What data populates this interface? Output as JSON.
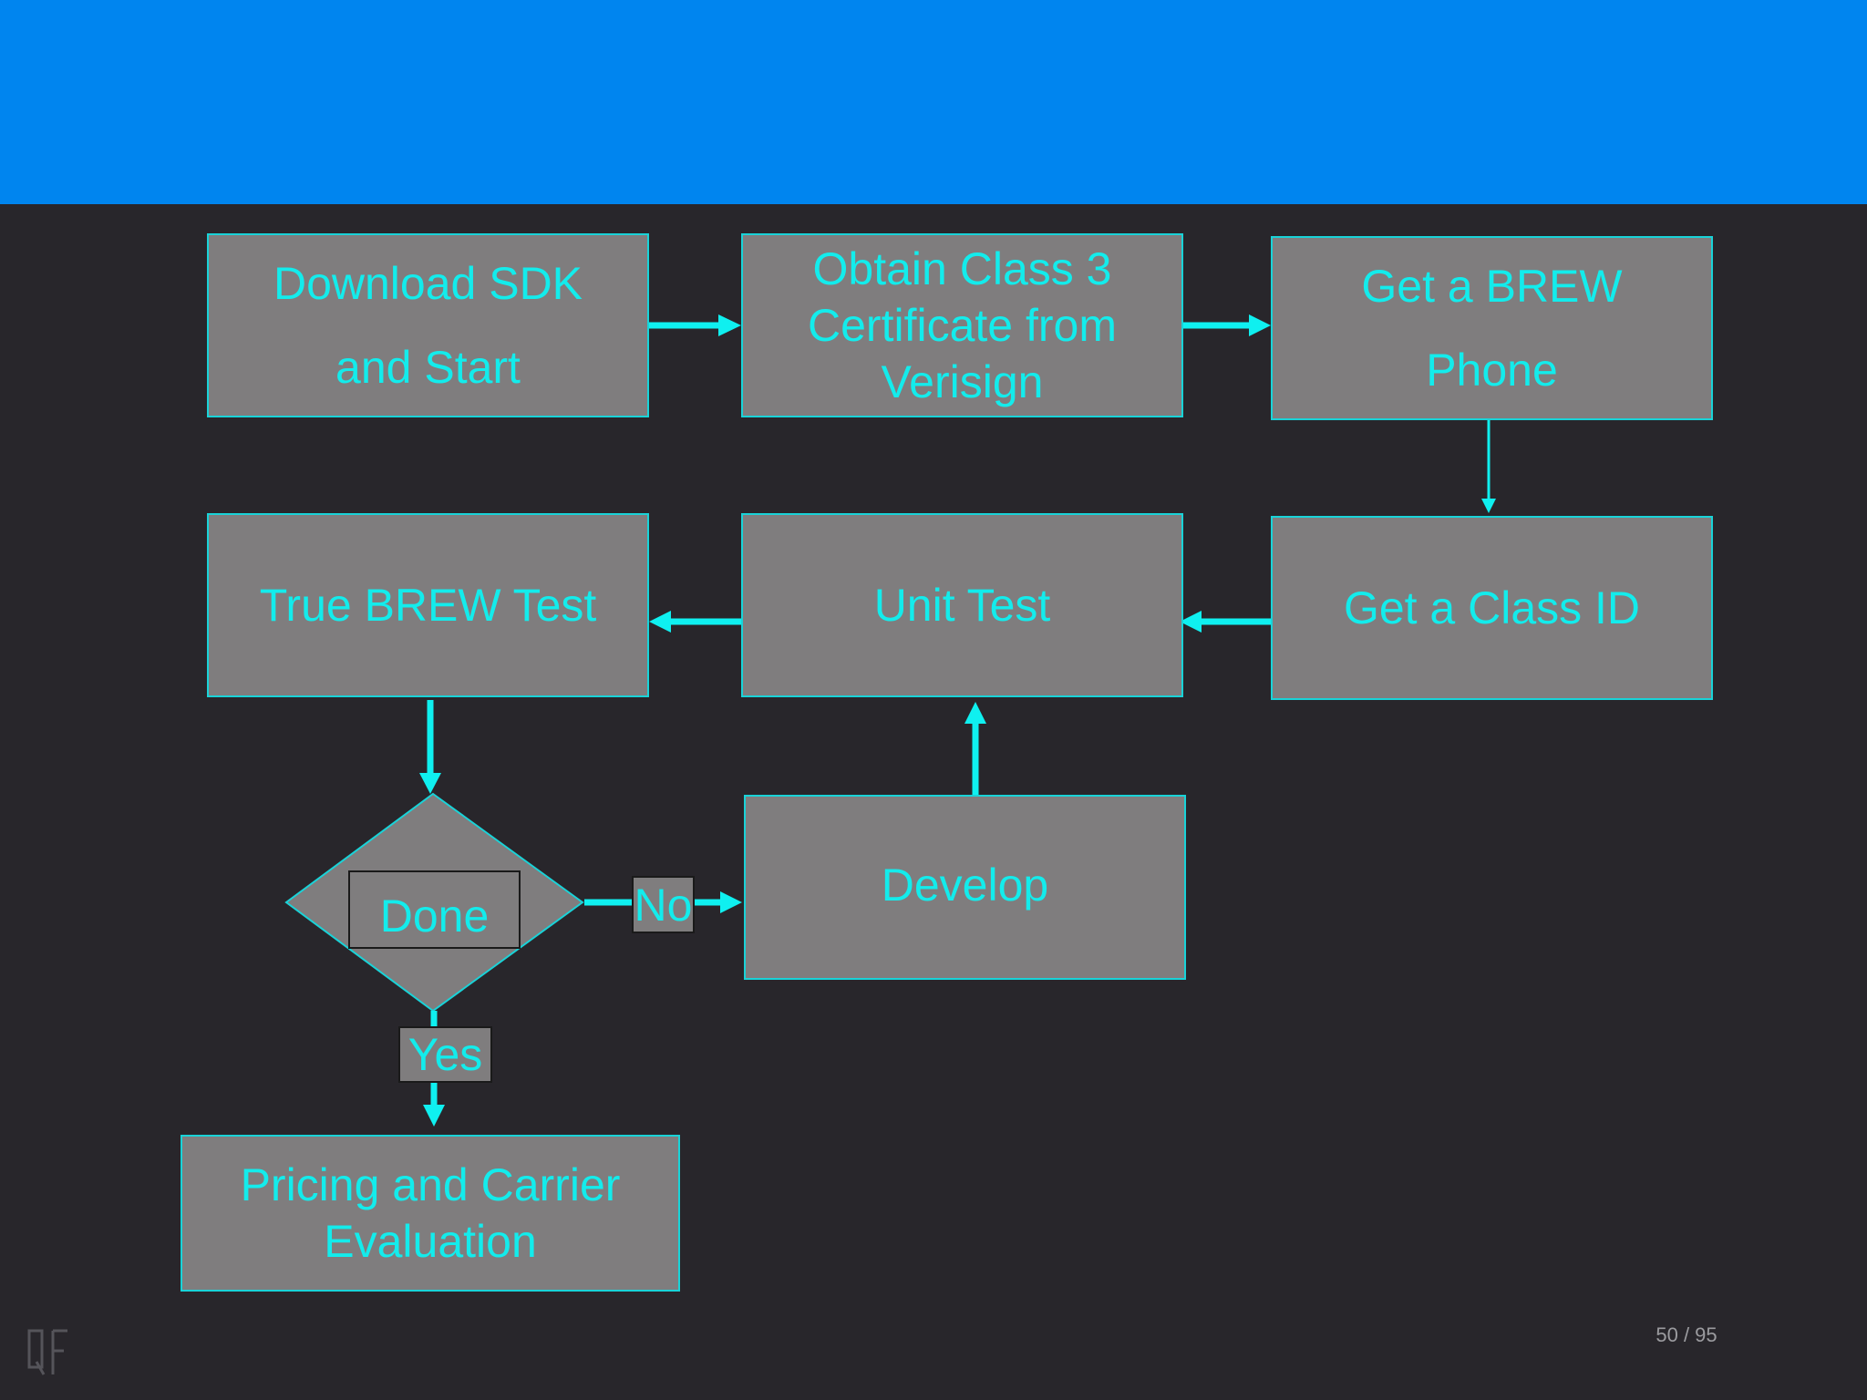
{
  "slide": {
    "title": "",
    "page_counter": "50 / 95",
    "logo_text": "QF"
  },
  "colors": {
    "title_bar": "#0085ef",
    "background": "#28262b",
    "node_fill": "#7f7d7e",
    "node_border": "#19d3d8",
    "node_text": "#13ecec",
    "connector": "#0ff0f0"
  },
  "nodes": {
    "download_sdk": {
      "line1": "Download SDK",
      "line2": "and Start"
    },
    "obtain_certificate": {
      "line1": "Obtain Class 3",
      "line2": "Certificate from",
      "line3": "Verisign"
    },
    "get_brew_phone": {
      "line1": "Get a BREW",
      "line2": "Phone"
    },
    "get_class_id": {
      "label": "Get a Class ID"
    },
    "unit_test": {
      "label": "Unit Test"
    },
    "true_brew_test": {
      "label": "True BREW Test"
    },
    "develop": {
      "label": "Develop"
    },
    "done_decision": {
      "label": "Done"
    },
    "pricing_evaluation": {
      "line1": "Pricing and Carrier",
      "line2": "Evaluation"
    }
  },
  "edges": {
    "no_label": "No",
    "yes_label": "Yes"
  }
}
